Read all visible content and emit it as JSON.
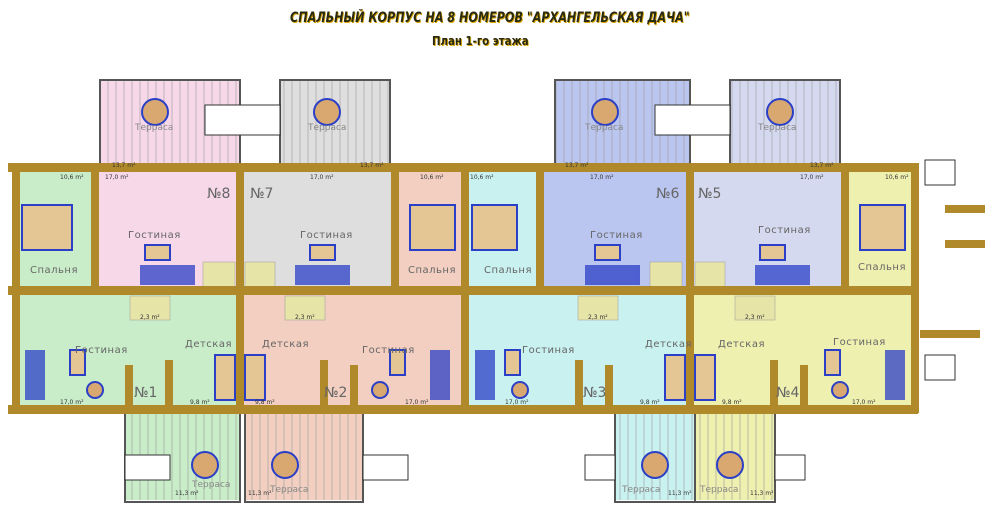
{
  "title": "СПАЛЬНЫЙ КОРПУС НА 8 НОМЕРОВ \"АРХАНГЕЛЬСКАЯ ДАЧА\"",
  "subtitle": "План 1-го этажа",
  "colors": {
    "wall": "#b08a2a",
    "unit1": "#c9edc9",
    "unit2": "#f2cfc0",
    "unit3": "#c9f1ef",
    "unit4": "#eef0b0",
    "unit5": "#d5d9ef",
    "unit6": "#bac6ef",
    "unit7": "#dedede",
    "unit8": "#f6d8e8",
    "furniture": "#d8b07a",
    "outline": "#2b3fc7"
  },
  "units": {
    "u1": "№1",
    "u2": "№2",
    "u3": "№3",
    "u4": "№4",
    "u5": "№5",
    "u6": "№6",
    "u7": "№7",
    "u8": "№8"
  },
  "rooms": {
    "living": "Гостиная",
    "bedroom": "Спальня",
    "kids": "Детская",
    "terrace": "Терраса"
  },
  "areas": {
    "bedroom": "10,6 m²",
    "living": "17,0 m²",
    "bath": "2,3 m²",
    "kids": "9,8 m²",
    "terrace_top": "13,7 m²",
    "terrace_bottom": "11,3 m²"
  }
}
